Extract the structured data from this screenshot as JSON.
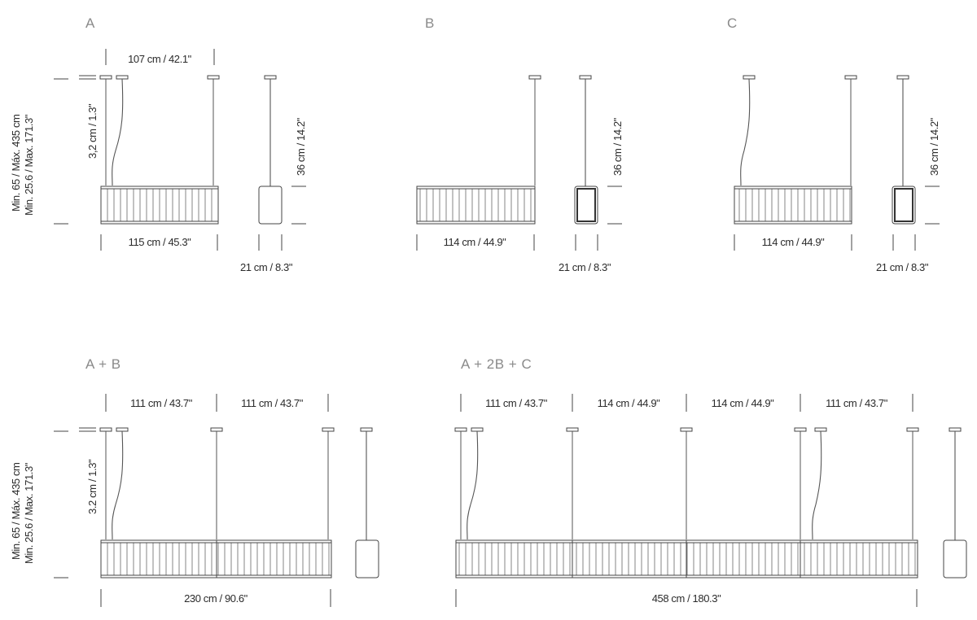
{
  "views": {
    "A": {
      "title": "A",
      "top_width": "107 cm / 42.1\"",
      "bottom_width": "115 cm / 45.3\"",
      "depth": "21 cm / 8.3\"",
      "canopy_height": "3,2 cm / 1.3\"",
      "suspension_min": "Min. 65 / Máx. 435 cm",
      "suspension_max": "Min. 25.6  / Max. 171.3\"",
      "height": "36 cm / 14.2\""
    },
    "B": {
      "title": "B",
      "bottom_width": "114 cm / 44.9\"",
      "depth": "21 cm / 8.3\"",
      "height": "36 cm / 14.2\""
    },
    "C": {
      "title": "C",
      "bottom_width": "114 cm / 44.9\"",
      "depth": "21 cm / 8.3\"",
      "height": "36 cm / 14.2\""
    },
    "AB": {
      "title": "A + B",
      "top_width_1": "111 cm / 43.7\"",
      "top_width_2": "111 cm / 43.7\"",
      "bottom_width": "230 cm / 90.6\"",
      "canopy_height": "3.2 cm / 1.3\"",
      "suspension_min": "Min. 65 / Máx. 435 cm",
      "suspension_max": "Min. 25.6  / Max. 171.3\""
    },
    "A2BC": {
      "title": "A + 2B + C",
      "top_width_1": "111 cm / 43.7\"",
      "top_width_2": "114 cm / 44.9\"",
      "top_width_3": "114 cm / 44.9\"",
      "top_width_4": "111 cm / 43.7\"",
      "bottom_width": "458 cm / 180.3\""
    }
  }
}
